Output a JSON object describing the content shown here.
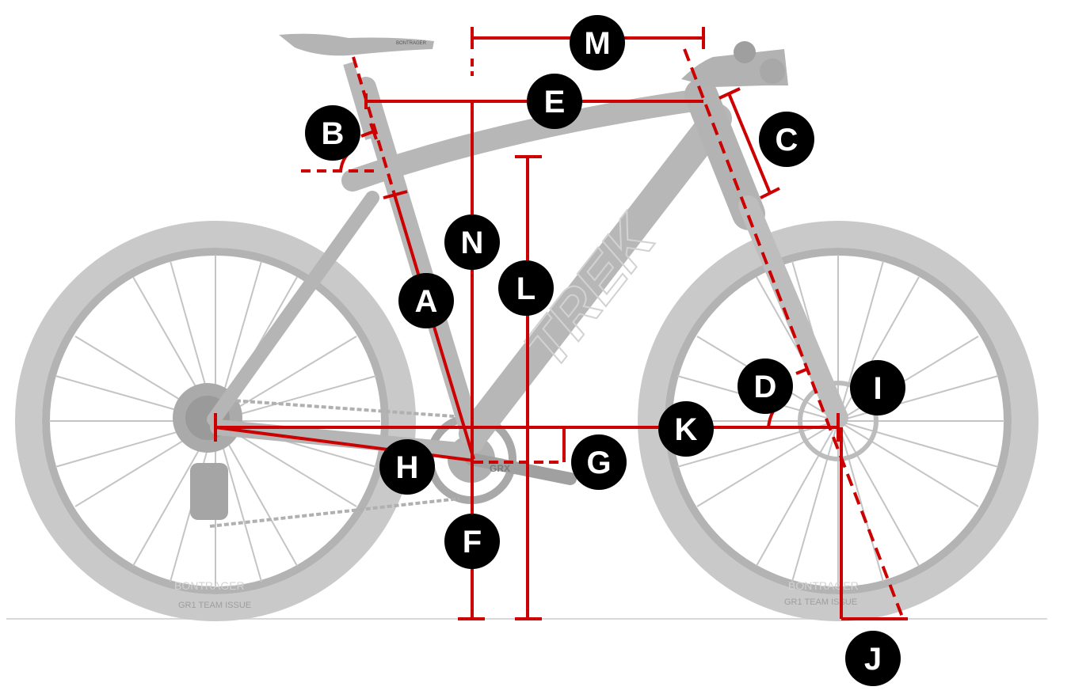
{
  "diagram": {
    "colors": {
      "measure": "#cc0000",
      "bike": "#bdbdbd",
      "bike_dark": "#a6a6a6",
      "label_bg": "#000000",
      "label_text": "#ffffff",
      "ground": "#d9d9d9"
    },
    "labels": {
      "A": "A",
      "B": "B",
      "C": "C",
      "D": "D",
      "E": "E",
      "F": "F",
      "G": "G",
      "H": "H",
      "I": "I",
      "J": "J",
      "K": "K",
      "L": "L",
      "M": "M",
      "N": "N"
    },
    "frame_brand": "TREK",
    "saddle_brand": "BONTRAGER",
    "tire_text": "GR1 TEAM ISSUE",
    "rim_text": "BONTRAGER",
    "crank_text": "GRX"
  }
}
